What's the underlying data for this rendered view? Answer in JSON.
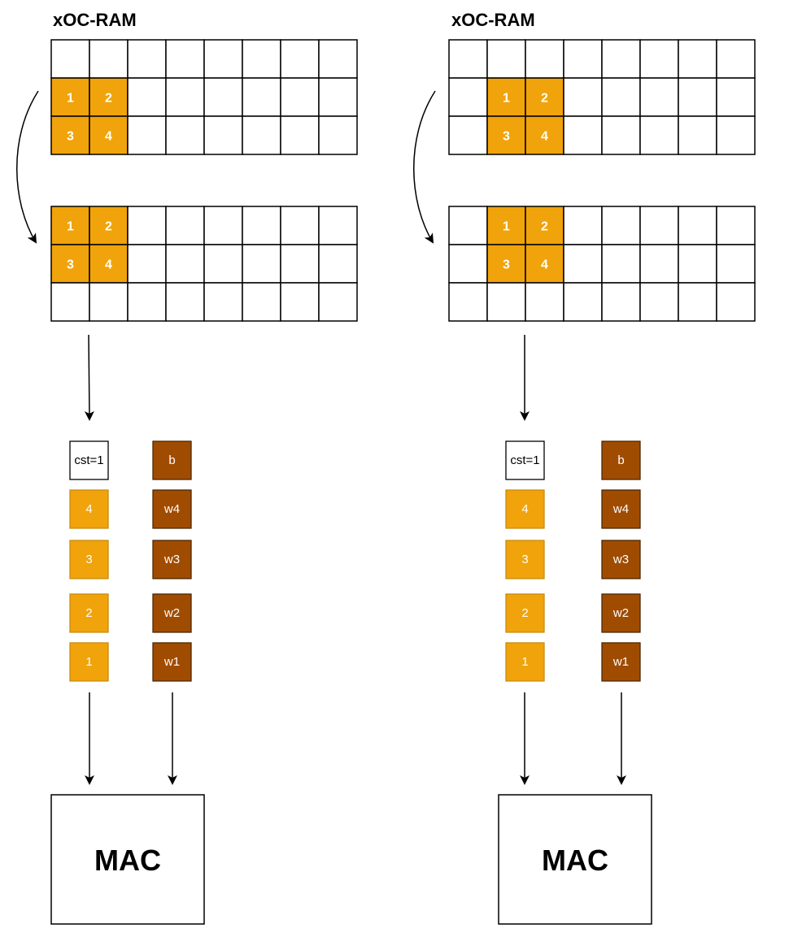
{
  "colors": {
    "grid_stroke": "#000000",
    "orange_fill": "#f0a30a",
    "orange_stroke": "#c98c10",
    "brown_fill": "#a04c00",
    "brown_stroke": "#4d2600",
    "white": "#ffffff"
  },
  "panels": [
    {
      "title": "xOC-RAM",
      "top_grid": {
        "rows": 3,
        "cols": 8,
        "highlight_row": 1,
        "highlight_col": 0,
        "labels": [
          "1",
          "2",
          "3",
          "4"
        ]
      },
      "bottom_grid": {
        "rows": 3,
        "cols": 8,
        "highlight_row": 0,
        "highlight_col": 0,
        "labels": [
          "1",
          "2",
          "3",
          "4"
        ]
      },
      "inputs": [
        "cst=1",
        "4",
        "3",
        "2",
        "1"
      ],
      "weights": [
        "b",
        "w4",
        "w3",
        "w2",
        "w1"
      ],
      "mac_label": "MAC"
    },
    {
      "title": "xOC-RAM",
      "top_grid": {
        "rows": 3,
        "cols": 8,
        "highlight_row": 1,
        "highlight_col": 1,
        "labels": [
          "1",
          "2",
          "3",
          "4"
        ]
      },
      "bottom_grid": {
        "rows": 3,
        "cols": 8,
        "highlight_row": 0,
        "highlight_col": 1,
        "labels": [
          "1",
          "2",
          "3",
          "4"
        ]
      },
      "inputs": [
        "cst=1",
        "4",
        "3",
        "2",
        "1"
      ],
      "weights": [
        "b",
        "w4",
        "w3",
        "w2",
        "w1"
      ],
      "mac_label": "MAC"
    }
  ]
}
